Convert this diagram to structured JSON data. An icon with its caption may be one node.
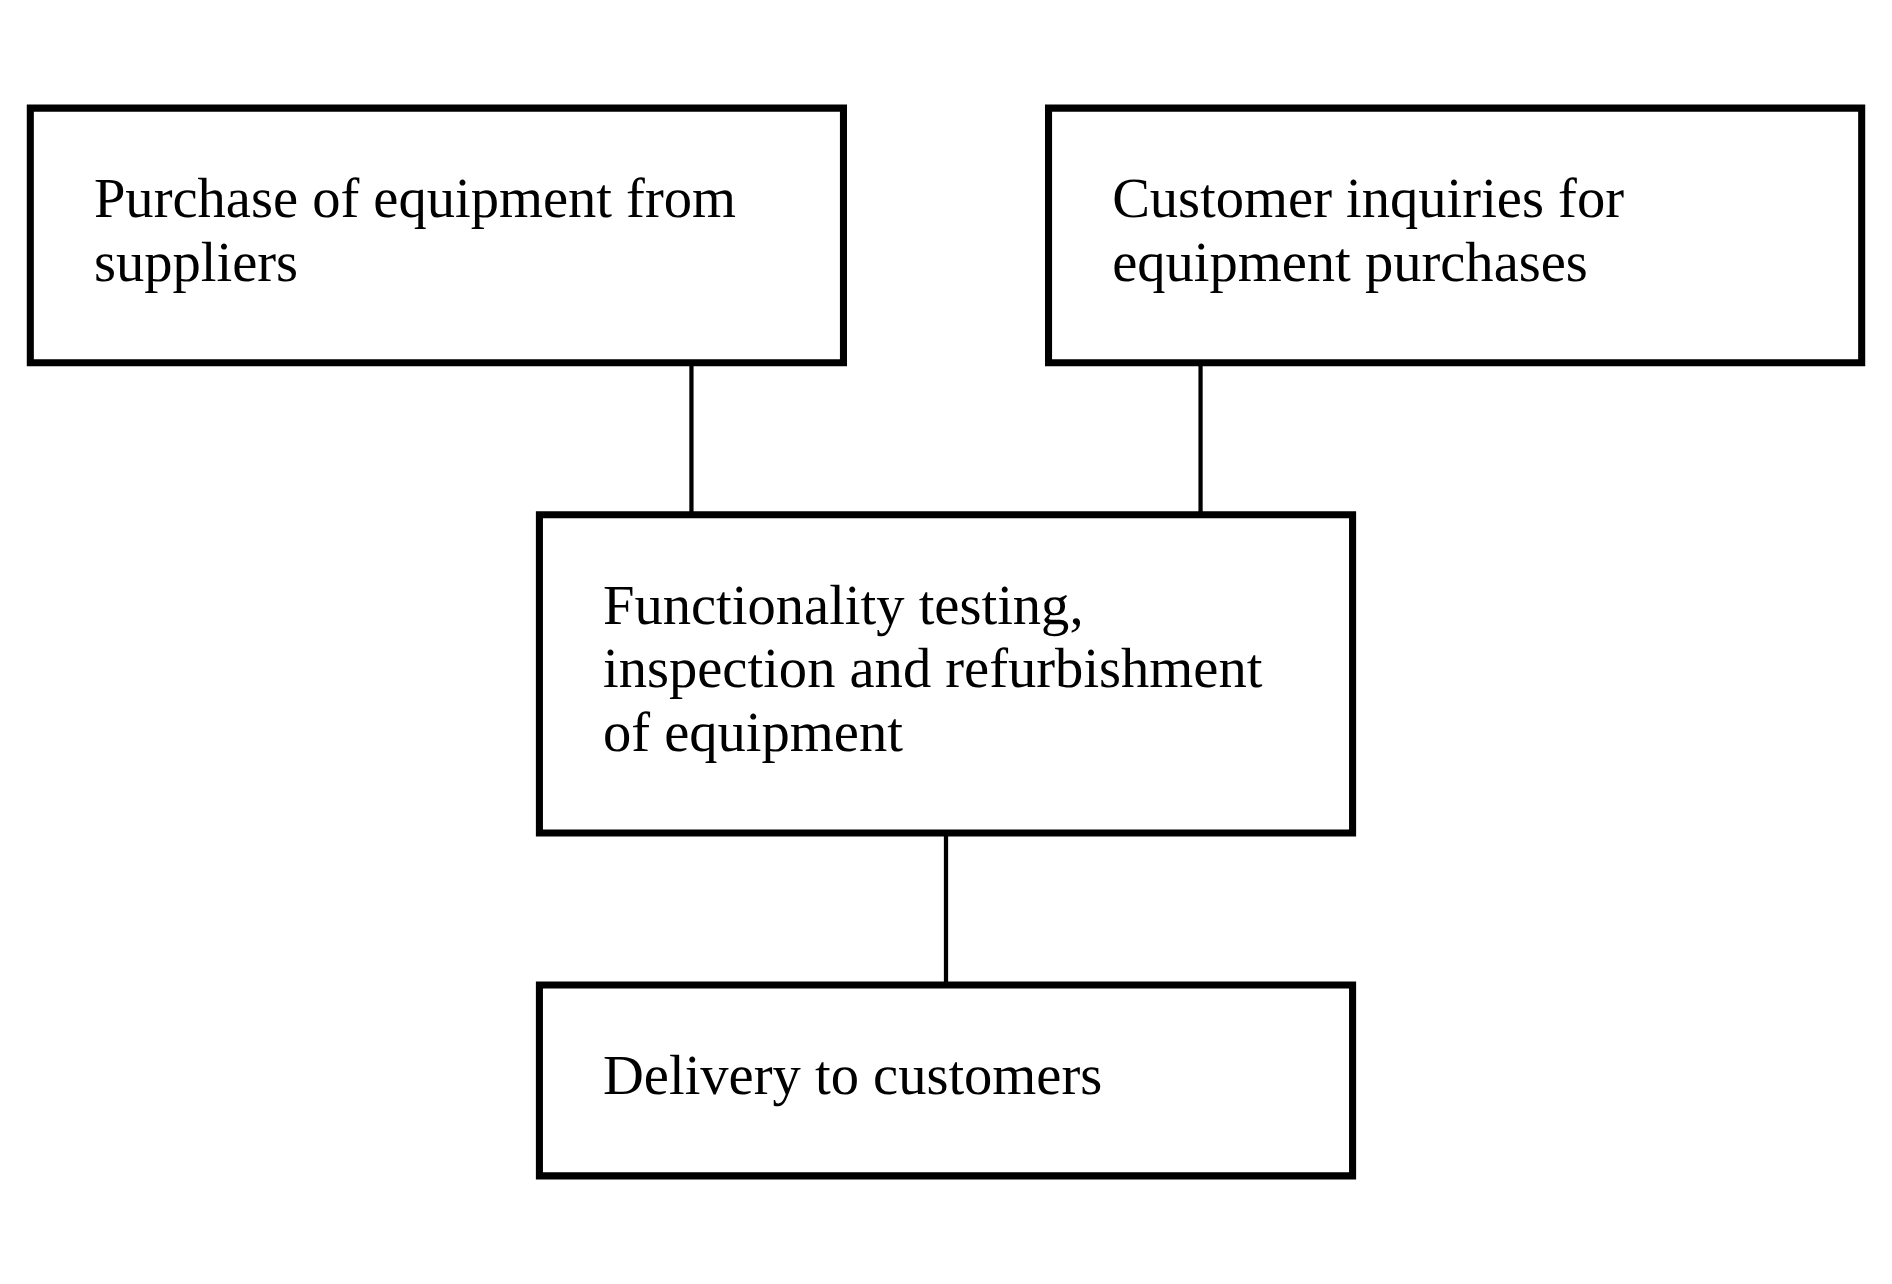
{
  "diagram": {
    "nodes": [
      {
        "text": [
          "Purchase of equipment from suppliers"
        ]
      },
      {
        "text": [
          "Customer inquiries for equipment purchases"
        ]
      },
      {
        "text": [
          "Functionality testing, inspection and refurbishment of equipment"
        ]
      },
      {
        "text": [
          "Delivery to customers"
        ]
      }
    ],
    "edges": [
      {
        "from": 0,
        "to": 2,
        "arrow": "none"
      },
      {
        "from": 1,
        "to": 2,
        "arrow": "none"
      },
      {
        "from": 2,
        "to": 3,
        "arrow": "none"
      }
    ]
  }
}
